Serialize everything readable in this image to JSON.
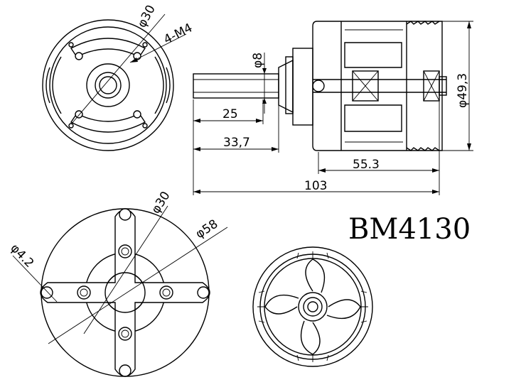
{
  "model": "BM4130",
  "front_view": {
    "shaft_ring_diameter": "φ30",
    "screw_callout": "4-M4"
  },
  "side_view": {
    "shaft_diameter": "φ8",
    "shaft_length": "25",
    "shaft_mount_length": "33,7",
    "body_length": "55.3",
    "total_length": "103",
    "body_diameter": "φ49,3"
  },
  "mount_view": {
    "inner_circle_diameter": "φ30",
    "outer_circle_diameter": "φ58",
    "hole_diameter": "φ4.2"
  }
}
